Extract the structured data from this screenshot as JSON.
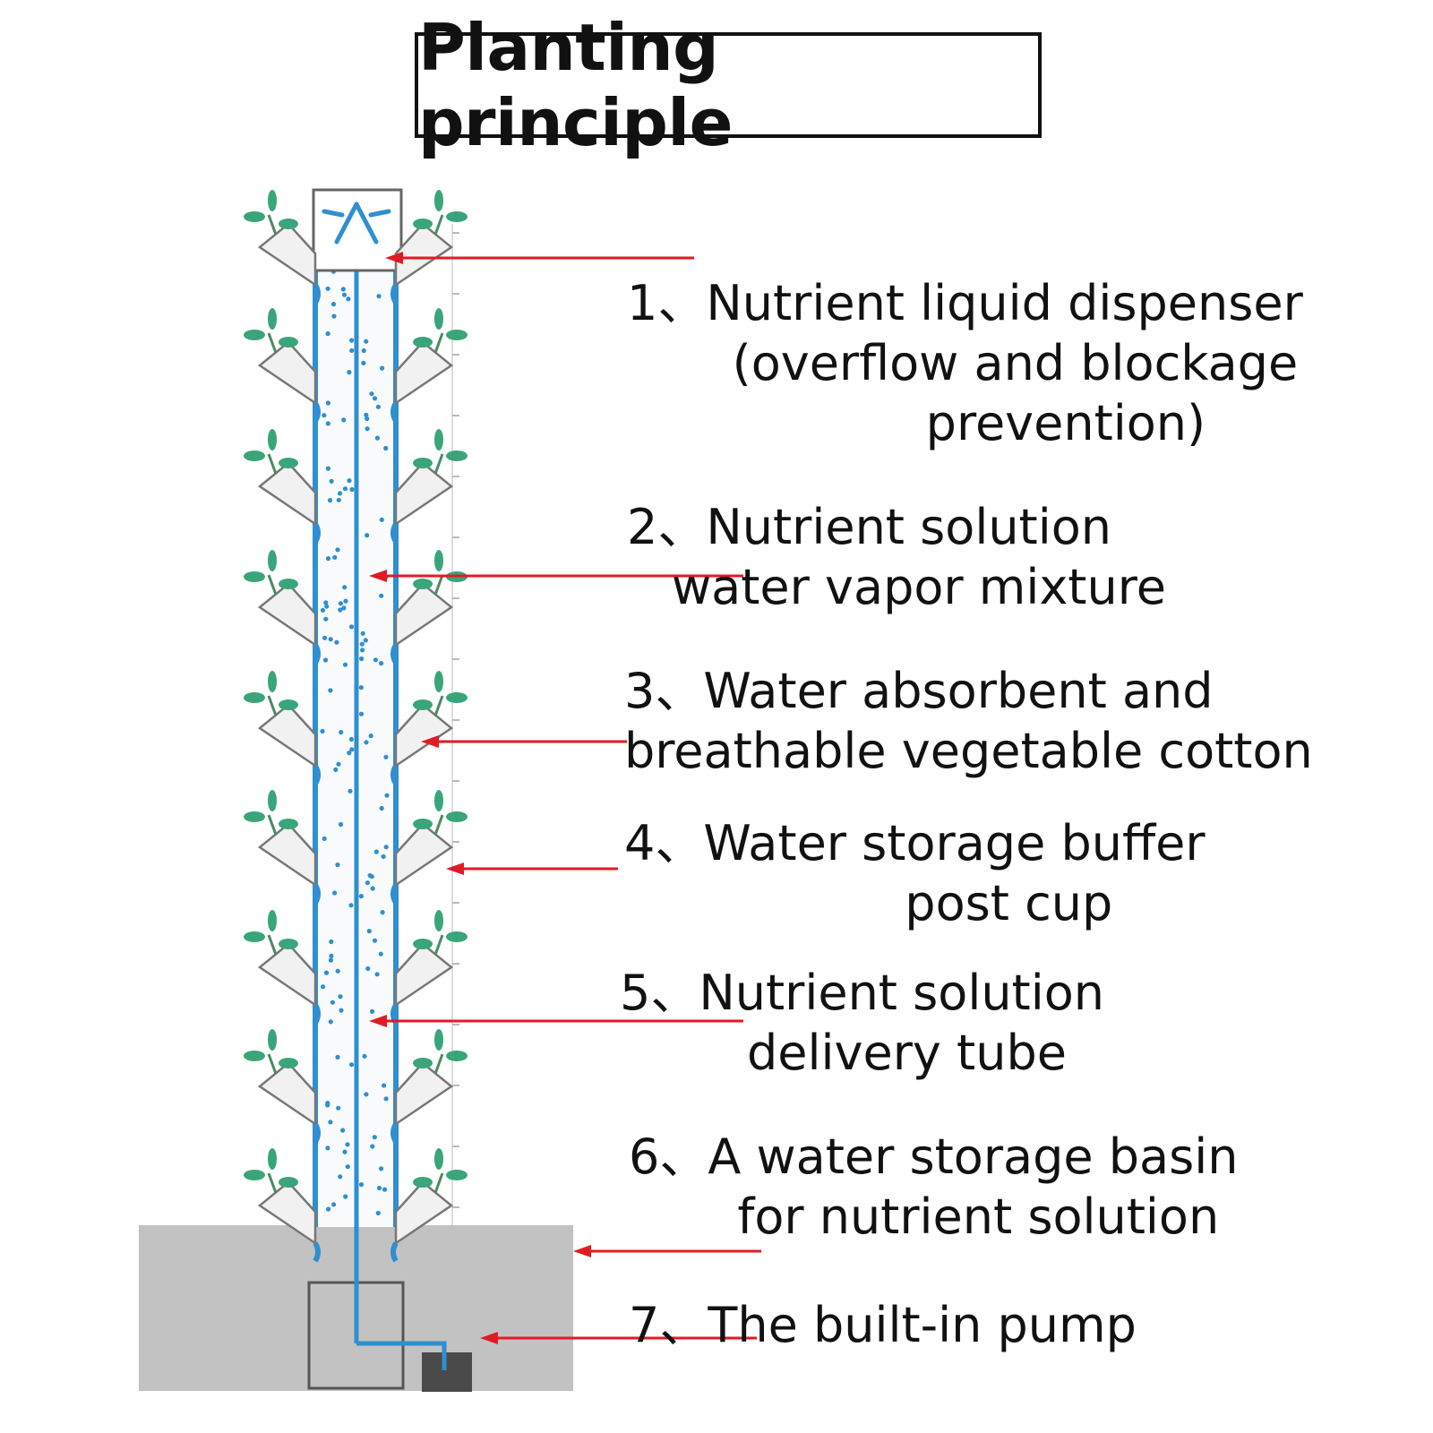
{
  "title": "Planting principle",
  "labels": [
    {
      "num": "1、",
      "lines": [
        "Nutrient liquid dispenser",
        "(overflow and blockage",
        "prevention)"
      ]
    },
    {
      "num": "2、",
      "lines": [
        "Nutrient solution",
        "water vapor mixture"
      ]
    },
    {
      "num": "3、",
      "lines": [
        "Water absorbent and",
        "breathable vegetable cotton"
      ]
    },
    {
      "num": "4、",
      "lines": [
        "Water storage buffer",
        "post cup"
      ]
    },
    {
      "num": "5、",
      "lines": [
        "Nutrient solution",
        "delivery tube"
      ]
    },
    {
      "num": "6、",
      "lines": [
        "A water storage basin",
        "for nutrient solution"
      ]
    },
    {
      "num": "7、",
      "lines": [
        "The built-in pump"
      ]
    }
  ],
  "colors": {
    "arrow": "#e01b24",
    "tube": "#2f8fd0",
    "basin": "#c2c2c2",
    "leaf": "#3aa57a"
  }
}
